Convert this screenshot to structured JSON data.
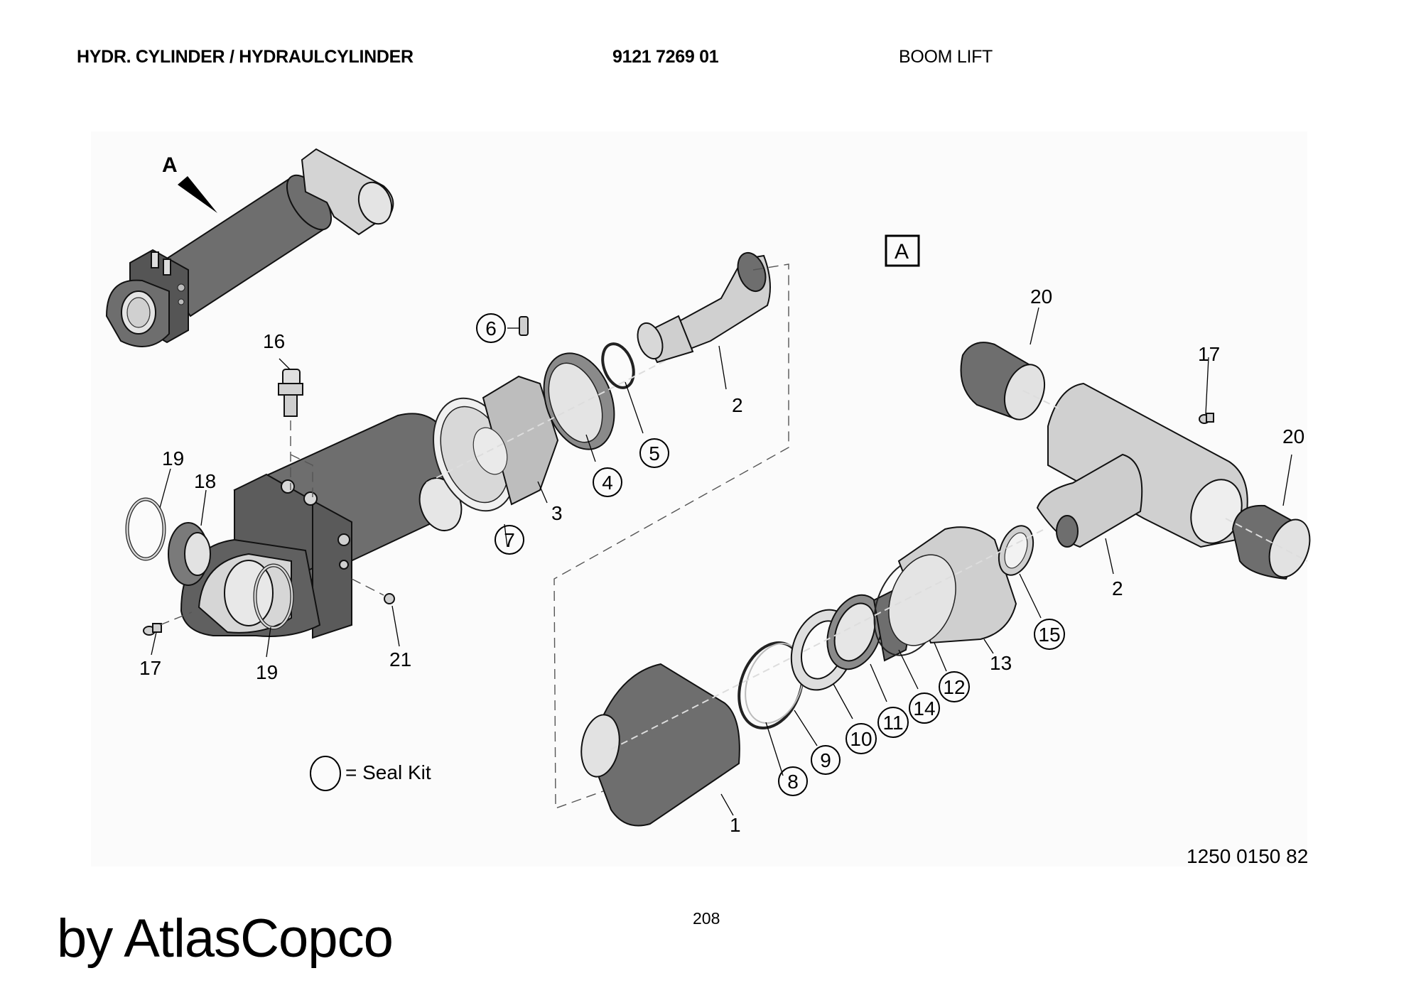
{
  "header": {
    "title": "HYDR. CYLINDER / HYDRAULCYLINDER",
    "part_number": "9121 7269 01",
    "application": "BOOM LIFT"
  },
  "drawing": {
    "view_marker": "A",
    "detail_box": "A",
    "drawing_number": "1250 0150 82",
    "colors": {
      "dark_part": "#6e6e6e",
      "light_part": "#cfcfcf",
      "pale_part": "#e4e4e4",
      "panel": "#fbfbfb"
    },
    "callouts": [
      {
        "id": "1",
        "seal_kit": false
      },
      {
        "id": "2",
        "seal_kit": false
      },
      {
        "id": "3",
        "seal_kit": false
      },
      {
        "id": "4",
        "seal_kit": true
      },
      {
        "id": "5",
        "seal_kit": true
      },
      {
        "id": "6",
        "seal_kit": true
      },
      {
        "id": "7",
        "seal_kit": true
      },
      {
        "id": "8",
        "seal_kit": true
      },
      {
        "id": "9",
        "seal_kit": true
      },
      {
        "id": "10",
        "seal_kit": true
      },
      {
        "id": "11",
        "seal_kit": true
      },
      {
        "id": "12",
        "seal_kit": true
      },
      {
        "id": "13",
        "seal_kit": false
      },
      {
        "id": "14",
        "seal_kit": true
      },
      {
        "id": "15",
        "seal_kit": true
      },
      {
        "id": "16",
        "seal_kit": false
      },
      {
        "id": "17",
        "seal_kit": false
      },
      {
        "id": "18",
        "seal_kit": false
      },
      {
        "id": "19",
        "seal_kit": false
      },
      {
        "id": "20",
        "seal_kit": false
      },
      {
        "id": "21",
        "seal_kit": false
      }
    ],
    "legend": {
      "symbol": "circle",
      "text": "= Seal Kit"
    }
  },
  "footer": {
    "page_number": "208",
    "brand": "by AtlasCopco"
  }
}
